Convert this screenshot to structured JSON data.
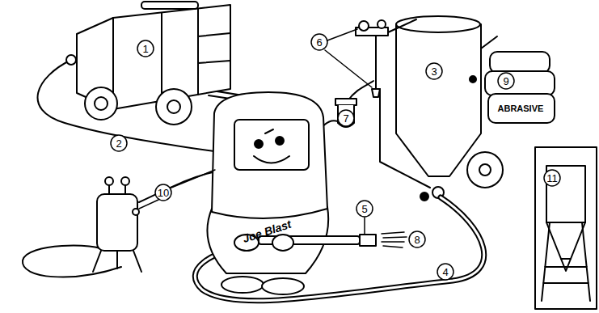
{
  "diagram": {
    "nodes": [
      {
        "text": [
          "1"
        ]
      },
      {
        "text": [
          "2"
        ]
      },
      {
        "text": [
          "3"
        ]
      },
      {
        "text": [
          "4"
        ]
      },
      {
        "text": [
          "5"
        ]
      },
      {
        "text": [
          "6"
        ]
      },
      {
        "text": [
          "7"
        ]
      },
      {
        "text": [
          "8"
        ]
      },
      {
        "text": [
          "9"
        ]
      },
      {
        "text": [
          "10"
        ]
      },
      {
        "text": [
          "11"
        ]
      }
    ],
    "labels": [
      "ABRASIVE",
      "Joe Blast"
    ]
  }
}
